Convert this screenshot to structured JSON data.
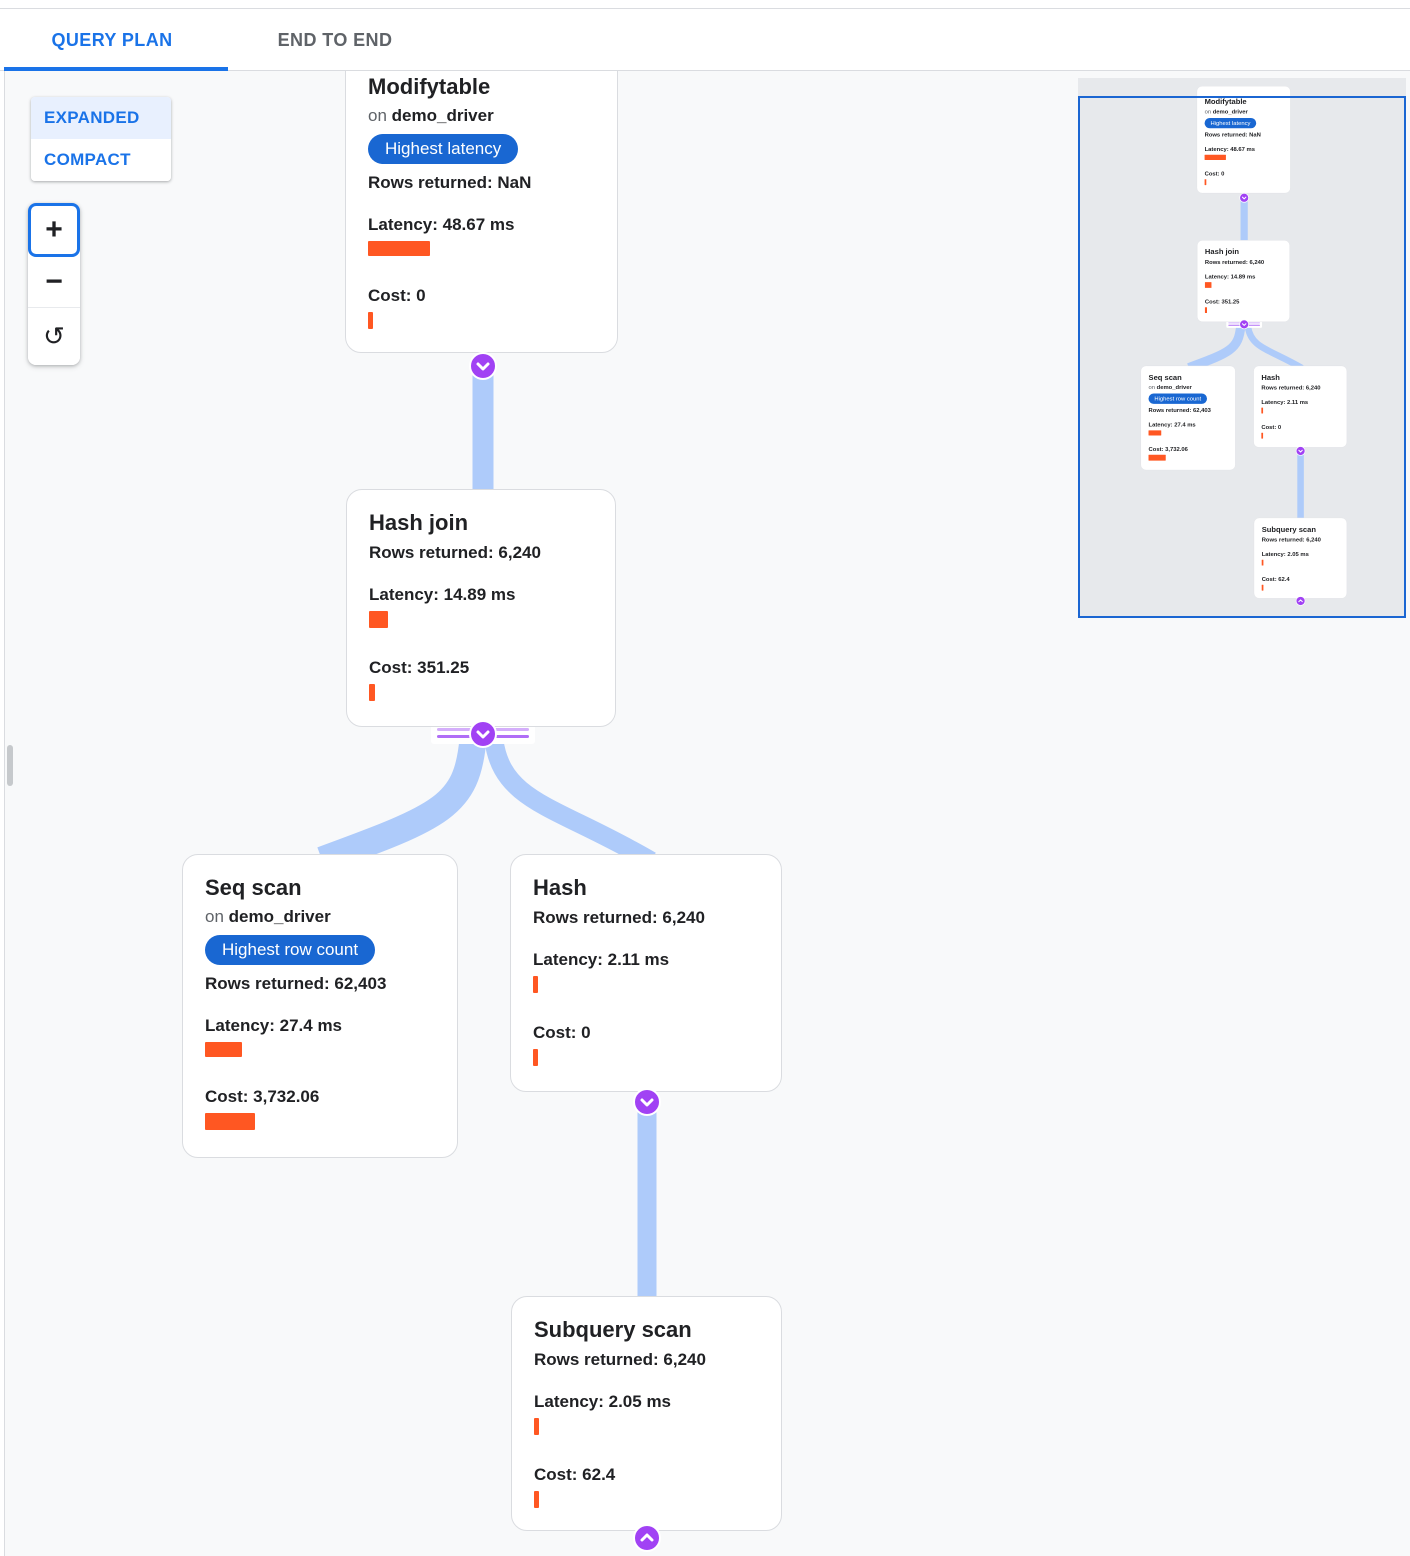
{
  "tabs": {
    "query_plan": "QUERY PLAN",
    "end_to_end": "END TO END"
  },
  "view_controls": {
    "expanded": "EXPANDED",
    "compact": "COMPACT"
  },
  "zoom_controls": {
    "zoom_in": "+",
    "zoom_out": "−",
    "reset": "↺"
  },
  "colors": {
    "accent_blue": "#1a73e8",
    "badge_blue": "#1967d2",
    "edge_blue": "#aecbfa",
    "connector_purple": "#a142f4",
    "bar_orange": "#ff5722",
    "canvas_bg": "#f8f9fa",
    "minimap_bg": "#e7e9ec"
  },
  "nodes": {
    "modifytable": {
      "title": "Modifytable",
      "on": "on",
      "table": "demo_driver",
      "badge": "Highest latency",
      "rows": "Rows returned: NaN",
      "latency": "Latency: 48.67 ms",
      "latency_bar": 62,
      "cost": "Cost: 0",
      "cost_bar": 5
    },
    "hash_join": {
      "title": "Hash join",
      "rows": "Rows returned: 6,240",
      "latency": "Latency: 14.89 ms",
      "latency_bar": 19,
      "cost": "Cost: 351.25",
      "cost_bar": 6
    },
    "seq_scan": {
      "title": "Seq scan",
      "on": "on",
      "table": "demo_driver",
      "badge": "Highest row count",
      "rows": "Rows returned: 62,403",
      "latency": "Latency: 27.4 ms",
      "latency_bar": 37,
      "cost": "Cost: 3,732.06",
      "cost_bar": 50
    },
    "hash": {
      "title": "Hash",
      "rows": "Rows returned: 6,240",
      "latency": "Latency: 2.11 ms",
      "latency_bar": 5,
      "cost": "Cost: 0",
      "cost_bar": 5
    },
    "subquery_scan": {
      "title": "Subquery scan",
      "rows": "Rows returned: 6,240",
      "latency": "Latency: 2.05 ms",
      "latency_bar": 5,
      "cost": "Cost: 62.4",
      "cost_bar": 5
    }
  }
}
